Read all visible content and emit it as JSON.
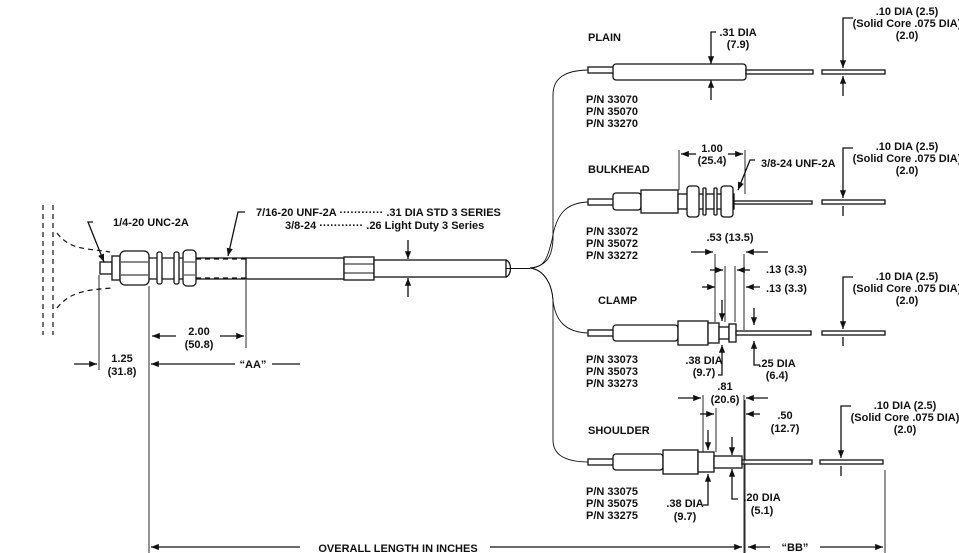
{
  "drawing": {
    "main_assembly": {
      "thread_label": "1/4-20 UNC-2A",
      "fitting_note_line1": "7/16-20 UNF-2A ············ .31 DIA STD 3 SERIES",
      "fitting_note_line2": "3/8-24 ············ .26 Light Duty 3 Series",
      "dim_2_00": ".2.00",
      "dim_2_00_in": "2.00",
      "dim_2_00_mm": "(50.8)",
      "dim_1_25_in": "1.25",
      "dim_1_25_mm": "(31.8)",
      "dim_aa": "“AA”",
      "overall_length": "OVERALL LENGTH IN INCHES",
      "dim_bb": "“BB”"
    },
    "variants": [
      {
        "name": "PLAIN",
        "part_numbers": [
          "P/N 33070",
          "P/N 35070",
          "P/N 33270"
        ],
        "dims": {
          "dia_in": ".31 DIA",
          "dia_mm": "(7.9)"
        }
      },
      {
        "name": "BULKHEAD",
        "part_numbers": [
          "P/N 33072",
          "P/N 35072",
          "P/N 33272"
        ],
        "dims": {
          "len_in": "1.00",
          "len_mm": "(25.4)",
          "thread": "3/8-24 UNF-2A"
        }
      },
      {
        "name": "CLAMP",
        "part_numbers": [
          "P/N 33073",
          "P/N 35073",
          "P/N 33273"
        ],
        "dims": {
          "len": ".53 (13.5)",
          "w1": ".13 (3.3)",
          "w2": ".13 (3.3)",
          "dia1_in": ".38 DIA",
          "dia1_mm": "(9.7)",
          "dia2_in": ".25 DIA",
          "dia2_mm": "(6.4)"
        }
      },
      {
        "name": "SHOULDER",
        "part_numbers": [
          "P/N 33075",
          "P/N 35075",
          "P/N 33275"
        ],
        "dims": {
          "len_in": ".81",
          "len_mm": "(20.6)",
          "sh_in": ".50",
          "sh_mm": "(12.7)",
          "dia1_in": ".38 DIA",
          "dia1_mm": "(9.7)",
          "dia2_in": ".20 DIA",
          "dia2_mm": "(5.1)"
        }
      }
    ],
    "tip_note": {
      "line1": ".10 DIA  (2.5)",
      "line2": "(Solid Core .075 DIA)",
      "line3": "(2.0)"
    }
  }
}
